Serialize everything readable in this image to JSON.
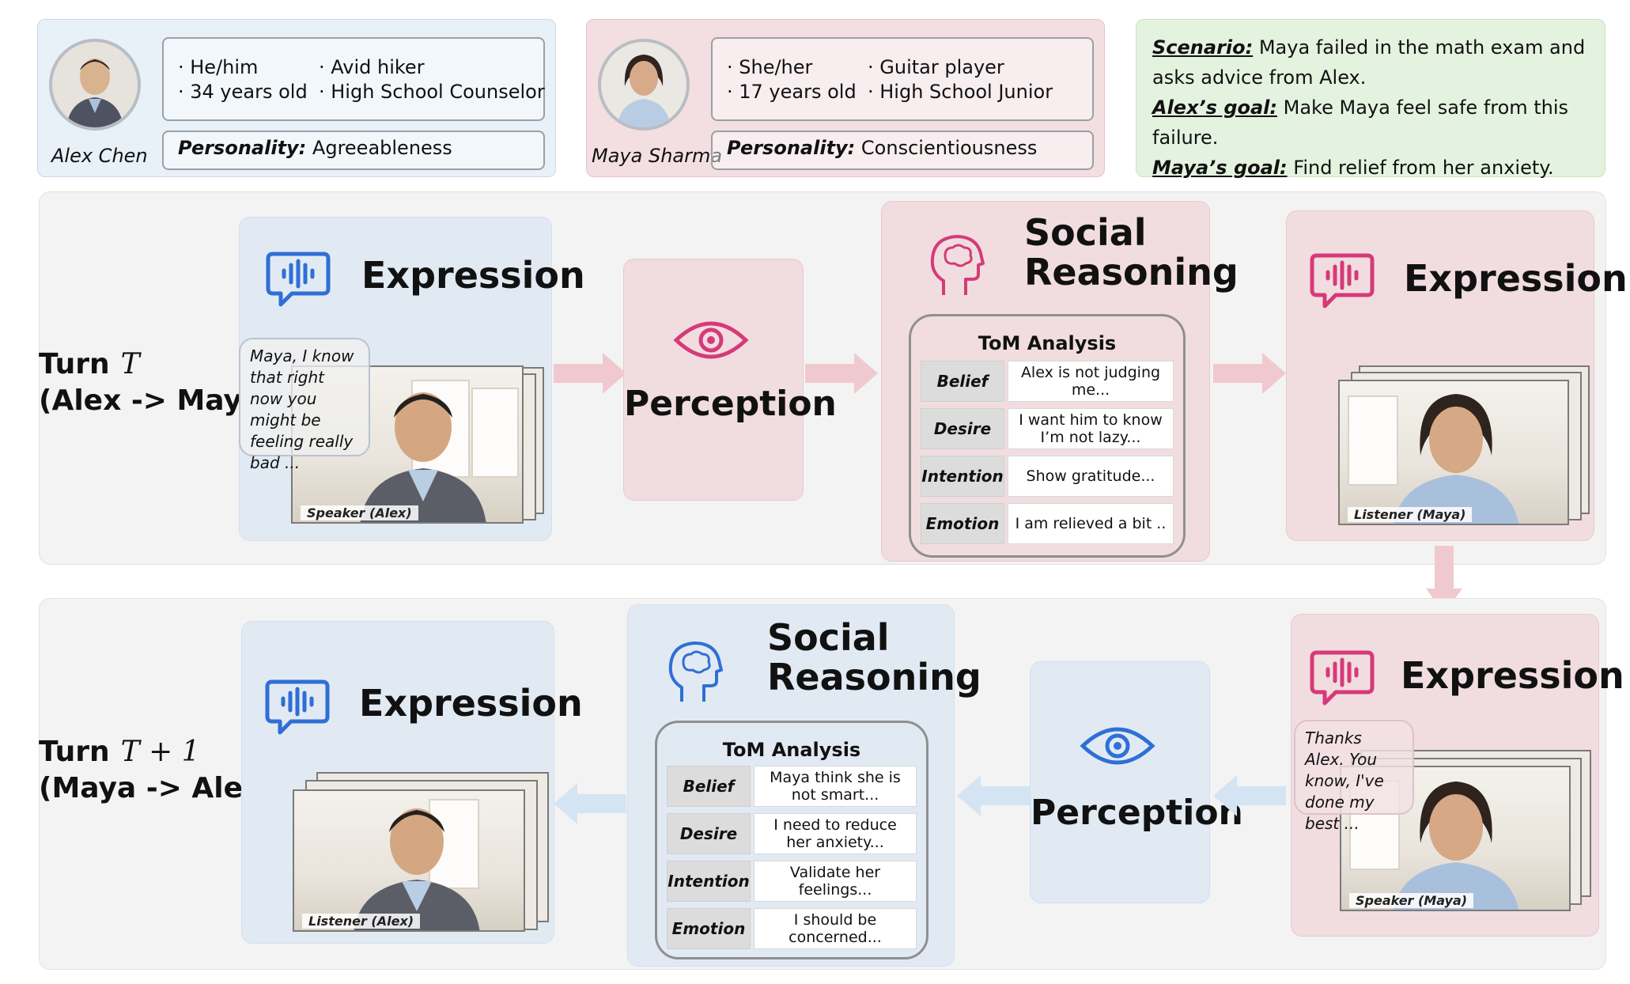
{
  "profiles": {
    "alex": {
      "name": "Alex Chen",
      "attrs": [
        "· He/him",
        "· Avid hiker",
        "· 34 years old",
        "· High School Counselor"
      ],
      "personality_label": "Personality:",
      "personality_value": "Agreeableness"
    },
    "maya": {
      "name": "Maya Sharma",
      "attrs": [
        "· She/her",
        "· Guitar player",
        "· 17 years old",
        "· High School Junior"
      ],
      "personality_label": "Personality:",
      "personality_value": "Conscientiousness"
    }
  },
  "scenario": {
    "scenario_label": "Scenario:",
    "scenario_text": " Maya failed in the math exam and asks advice from Alex.",
    "alex_goal_label": "Alex’s goal:",
    "alex_goal_text": " Make Maya feel safe from this failure.",
    "maya_goal_label": "Maya’s goal:",
    "maya_goal_text": " Find relief from her anxiety."
  },
  "turn1": {
    "label_turn": "Turn",
    "label_var": "T",
    "label_dir": "(Alex -> Maya)",
    "expression_left": {
      "title": "Expression",
      "bubble": "Maya, I know that right now you might be feeling really bad ...",
      "caption": "Speaker (Alex)"
    },
    "perception": {
      "title": "Perception"
    },
    "reasoning": {
      "title_line1": "Social",
      "title_line2": "Reasoning",
      "tom_title": "ToM Analysis",
      "rows": [
        {
          "key": "Belief",
          "value": "Alex is not judging me..."
        },
        {
          "key": "Desire",
          "value": "I want him to know I’m not lazy..."
        },
        {
          "key": "Intention",
          "value": "Show gratitude..."
        },
        {
          "key": "Emotion",
          "value": "I am relieved a bit .."
        }
      ]
    },
    "expression_right": {
      "title": "Expression",
      "caption": "Listener (Maya)"
    }
  },
  "turn2": {
    "label_turn": "Turn",
    "label_var": "T + 1",
    "label_dir": "(Maya -> Alex)",
    "expression_left": {
      "title": "Expression",
      "caption": "Listener (Alex)"
    },
    "reasoning": {
      "title_line1": "Social",
      "title_line2": "Reasoning",
      "tom_title": "ToM Analysis",
      "rows": [
        {
          "key": "Belief",
          "value": "Maya think she is not smart..."
        },
        {
          "key": "Desire",
          "value": "I need to reduce her anxiety..."
        },
        {
          "key": "Intention",
          "value": "Validate her feelings..."
        },
        {
          "key": "Emotion",
          "value": "I should be concerned..."
        }
      ]
    },
    "perception": {
      "title": "Perception"
    },
    "expression_right": {
      "title": "Expression",
      "bubble": "Thanks Alex. You know, I've done my best ...",
      "caption": "Speaker (Maya)"
    }
  },
  "colors": {
    "blue_icon": "#2f6fd6",
    "pink_icon": "#d63a78",
    "pink_arrow": "#f0c9cf",
    "blue_arrow": "#d5e4f3"
  },
  "icons": [
    "speech-audio-icon",
    "eye-icon",
    "brain-head-icon"
  ]
}
